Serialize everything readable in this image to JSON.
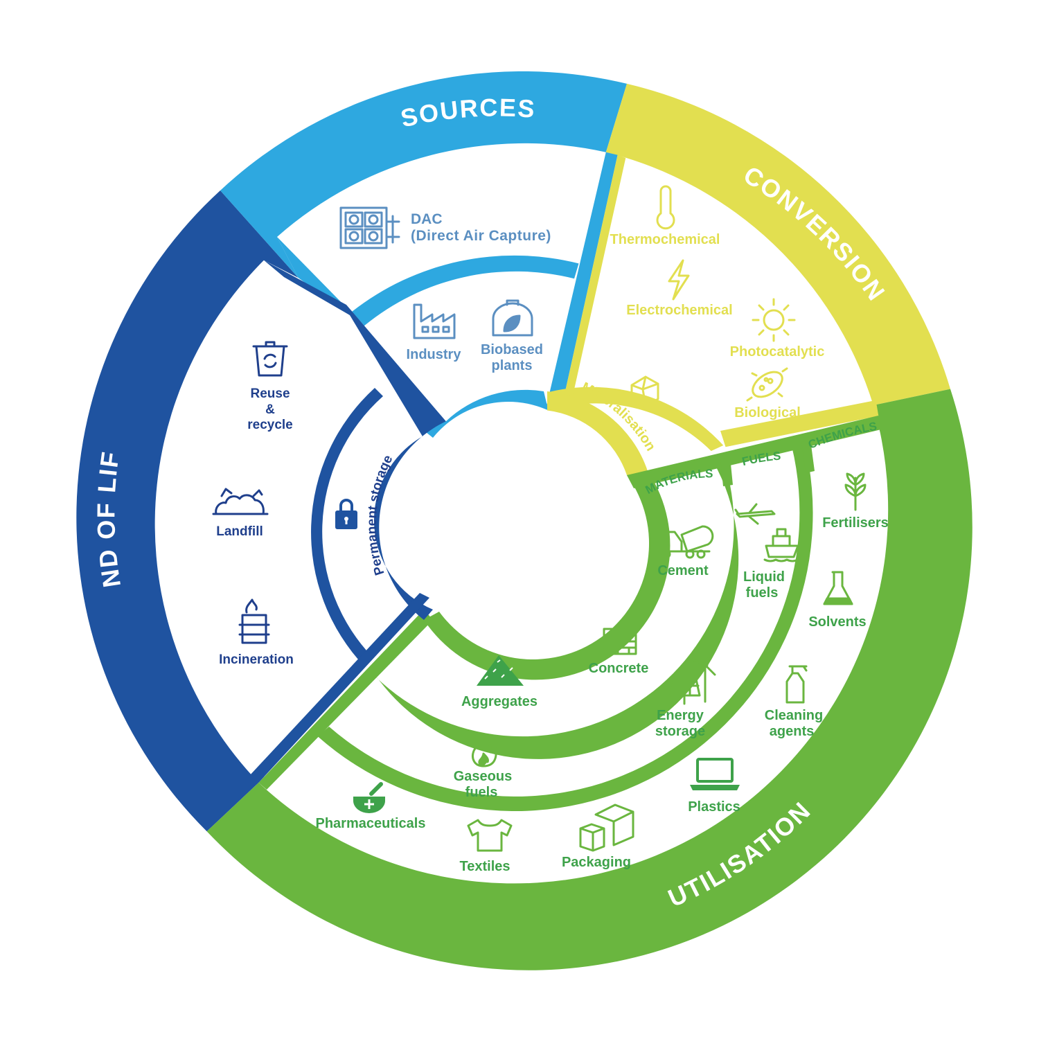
{
  "colors": {
    "sources": "#2ea8e0",
    "conversion": "#e2df50",
    "utilisation": "#6ab63f",
    "end_of_life": "#1f53a0",
    "sources_text": "#5b8fc1",
    "conversion_text": "#e2df50",
    "utilisation_text": "#3ea24a",
    "end_of_life_text": "#1f3f8c"
  },
  "sectors": {
    "sources": {
      "title": "SOURCES",
      "items": {
        "dac_1": "DAC",
        "dac_2": "(Direct Air Capture)",
        "industry": "Industry",
        "biobased_1": "Biobased",
        "biobased_2": "plants"
      }
    },
    "conversion": {
      "title": "CONVERSION",
      "items": {
        "thermochemical": "Thermochemical",
        "electrochemical": "Electrochemical",
        "photocatalytic": "Photocatalytic",
        "biological": "Biological",
        "mineralisation": "Mineralisation"
      }
    },
    "utilisation": {
      "title": "UTILISATION",
      "subgroups": {
        "materials": "MATERIALS",
        "fuels": "FUELS",
        "chemicals": "CHEMICALS"
      },
      "items": {
        "cement": "Cement",
        "concrete": "Concrete",
        "aggregates": "Aggregates",
        "liquid_fuels_1": "Liquid",
        "liquid_fuels_2": "fuels",
        "energy_storage_1": "Energy",
        "energy_storage_2": "storage",
        "gaseous_fuels_1": "Gaseous",
        "gaseous_fuels_2": "fuels",
        "fertilisers": "Fertilisers",
        "solvents": "Solvents",
        "cleaning_1": "Cleaning",
        "cleaning_2": "agents",
        "plastics": "Plastics",
        "packaging": "Packaging",
        "textiles": "Textiles",
        "pharmaceuticals": "Pharmaceuticals"
      }
    },
    "end_of_life": {
      "title": "END OF LIFE",
      "items": {
        "reuse_1": "Reuse",
        "reuse_2": "&",
        "reuse_3": "recycle",
        "landfill": "Landfill",
        "incineration": "Incineration",
        "permanent_storage": "Permanent storage"
      }
    }
  },
  "icons": [
    "dac-unit-icon",
    "factory-icon",
    "greenhouse-icon",
    "thermometer-icon",
    "lightning-icon",
    "sun-icon",
    "bacteria-icon",
    "mineral-rock-icon",
    "cement-truck-icon",
    "brick-wall-icon",
    "aggregate-pile-icon",
    "airplane-icon",
    "ship-icon",
    "solar-wind-icon",
    "flame-icon",
    "wheat-icon",
    "flask-icon",
    "spray-bottle-icon",
    "laptop-icon",
    "boxes-icon",
    "tshirt-icon",
    "mortar-pestle-icon",
    "recycle-bin-icon",
    "landfill-icon",
    "incinerator-icon",
    "padlock-icon"
  ]
}
